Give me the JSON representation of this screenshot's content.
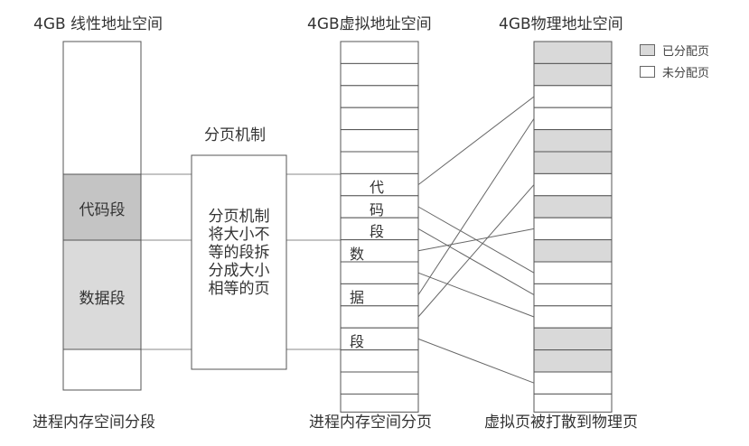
{
  "titles": {
    "linear": "4GB 线性地址空间",
    "virtual": "4GB虚拟地址空间",
    "physical": "4GB物理地址空间",
    "mechanism": "分页机制"
  },
  "captions": {
    "segmentation": "进程内存空间分段",
    "paging": "进程内存空间分页",
    "scatter": "虚拟页被打散到物理页"
  },
  "linear_segments": {
    "code": "代码段",
    "data": "数据段"
  },
  "mechanism_text": [
    "分页机制",
    "将大小不",
    "等的段拆",
    "分成大小",
    "相等的页"
  ],
  "virtual_page_labels": [
    {
      "page": 6,
      "text": "代"
    },
    {
      "page": 7,
      "text": "码"
    },
    {
      "page": 8,
      "text": "段"
    },
    {
      "page": 9,
      "text": "数"
    },
    {
      "page": 11,
      "text": "据"
    },
    {
      "page": 13,
      "text": "段"
    }
  ],
  "physical_pages_allocated": [
    true,
    true,
    false,
    false,
    true,
    true,
    false,
    true,
    false,
    true,
    false,
    false,
    false,
    true,
    true,
    false
  ],
  "mappings": [
    {
      "virtual": 6,
      "physical": 2
    },
    {
      "virtual": 7,
      "physical": 10
    },
    {
      "virtual": 8,
      "physical": 11
    },
    {
      "virtual": 9,
      "physical": 8
    },
    {
      "virtual": 10,
      "physical": 12
    },
    {
      "virtual": 11,
      "physical": 3
    },
    {
      "virtual": 12,
      "physical": 6
    },
    {
      "virtual": 13,
      "physical": 15
    }
  ],
  "legend": {
    "allocated": "已分配页",
    "unallocated": "未分配页"
  },
  "colors": {
    "allocated_fill": "#d9d9d9",
    "code_segment_fill": "#c4c4c4",
    "data_segment_fill": "#dadada",
    "stroke": "#555555"
  }
}
